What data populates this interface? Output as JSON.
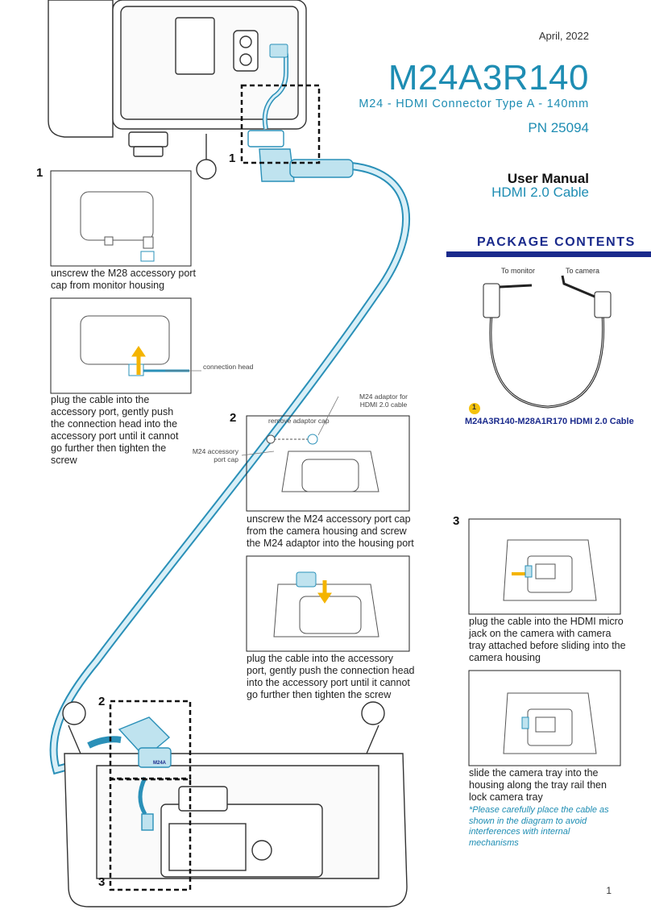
{
  "header": {
    "date": "April, 2022",
    "model": "M24A3R140",
    "subtitle": "M24 - HDMI Connector Type A - 140mm",
    "pn": "PN 25094",
    "manual_title": "User Manual",
    "cable_title": "HDMI 2.0 Cable"
  },
  "package": {
    "title": "PACKAGE CONTENTS",
    "label_monitor": "To monitor",
    "label_camera": "To camera",
    "badge": "1",
    "item_name": "M24A3R140-M28A1R170 HDMI 2.0 Cable"
  },
  "steps": {
    "s1_num": "1",
    "s1_overview_num": "1",
    "s1a_caption": "unscrew the M28 accessory port cap from monitor housing",
    "s1b_caption": "plug the cable into the accessory port, gently push the connection head into the accessory port until it cannot go further then tighten the screw",
    "s1b_label": "connection head",
    "s2_num": "2",
    "s2_overview_num": "2",
    "s2a_label_adaptor": "M24 adaptor for HDMI 2.0 cable",
    "s2a_label_remove": "remove adaptor cap",
    "s2a_label_portcap": "M24 accessory port cap",
    "s2a_caption": "unscrew the M24 accessory port cap from the camera housing and screw the M24 adaptor into the housing port",
    "s2b_caption": "plug the cable into the accessory port, gently push the connection head into the accessory port until it cannot go further then tighten the screw",
    "s3_num": "3",
    "s3_overview_num": "3",
    "s3a_caption": "plug the cable into the HDMI micro jack on the camera with camera tray attached before sliding into the camera housing",
    "s3b_caption": "slide the camera tray into the housing along the tray rail then lock camera tray",
    "s3_note": "*Please carefully place the cable as shown in the diagram to avoid interferences with internal mechanisms"
  },
  "housing_label": "M24A",
  "page_number": "1",
  "colors": {
    "accent": "#1e8db3",
    "navy": "#1a2a8c",
    "cable": "#bfe3ef",
    "cable_edge": "#2a90b8",
    "badge": "#f4c20d",
    "arrow": "#f4b400"
  }
}
